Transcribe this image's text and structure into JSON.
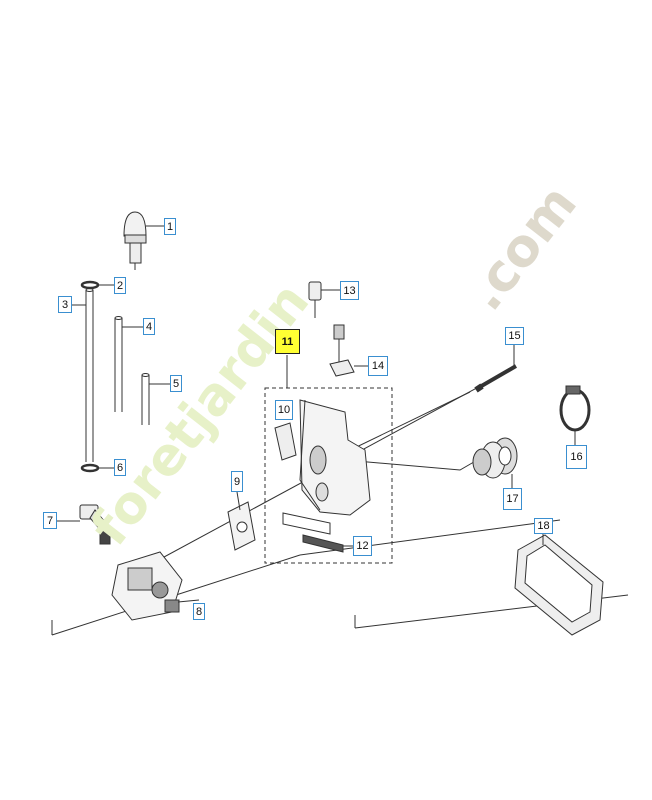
{
  "watermark": {
    "brand": "foretjardin",
    "domain": ".com",
    "brand_color": "#e7f1c8",
    "domain_color": "#ded9cc"
  },
  "callouts": [
    {
      "id": "1",
      "label": "1"
    },
    {
      "id": "2",
      "label": "2"
    },
    {
      "id": "3",
      "label": "3"
    },
    {
      "id": "4",
      "label": "4"
    },
    {
      "id": "5",
      "label": "5"
    },
    {
      "id": "6",
      "label": "6"
    },
    {
      "id": "7",
      "label": "7"
    },
    {
      "id": "8",
      "label": "8"
    },
    {
      "id": "9",
      "label": "9"
    },
    {
      "id": "10",
      "label": "10"
    },
    {
      "id": "11",
      "label": "11",
      "highlighted": true
    },
    {
      "id": "12",
      "label": "12"
    },
    {
      "id": "13",
      "label": "13"
    },
    {
      "id": "14",
      "label": "14"
    },
    {
      "id": "15",
      "label": "15"
    },
    {
      "id": "16",
      "label": "16"
    },
    {
      "id": "17",
      "label": "17"
    },
    {
      "id": "18",
      "label": "18"
    }
  ],
  "colors": {
    "line": "#333333",
    "callout_border": "#3a8fd0",
    "highlight": "#ffff33"
  }
}
